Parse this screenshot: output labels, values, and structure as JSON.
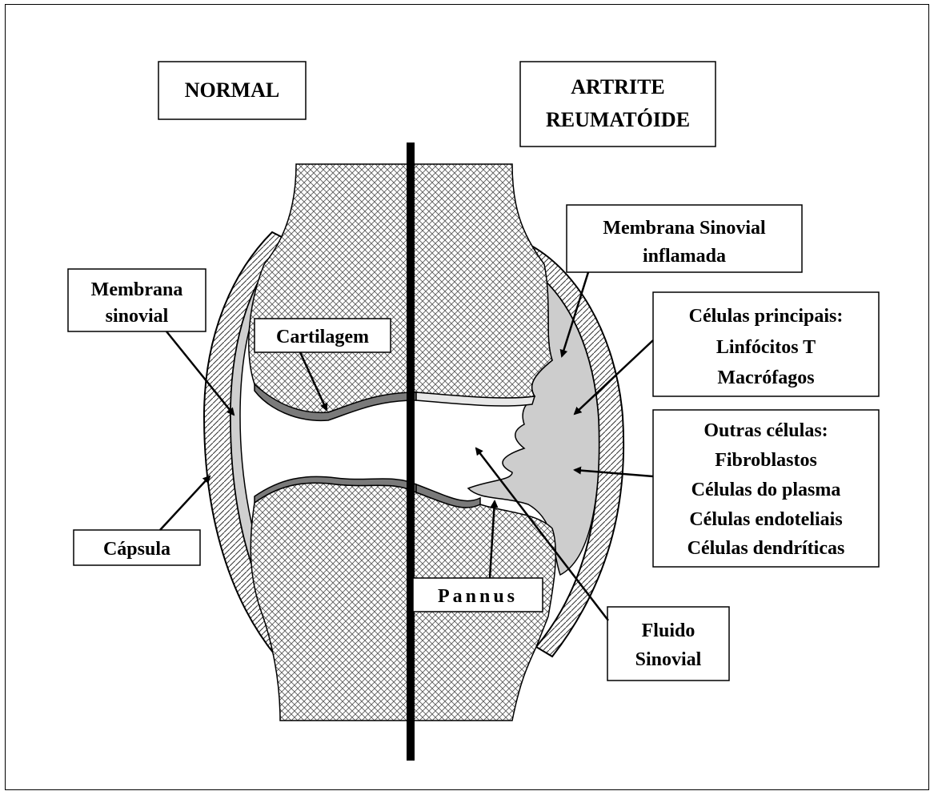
{
  "labels": {
    "normal": "NORMAL",
    "artrite_line1": "ARTRITE",
    "artrite_line2": "REUMATÓIDE",
    "membrana_inflamada_line1": "Membrana Sinovial",
    "membrana_inflamada_line2": "inflamada",
    "membrana_line1": "Membrana",
    "membrana_line2": "sinovial",
    "cartilagem": "Cartilagem",
    "celulas_principais_line1": "Células principais:",
    "celulas_principais_line2": "Linfócitos T",
    "celulas_principais_line3": "Macrófagos",
    "outras_line1": "Outras células:",
    "outras_line2": "Fibroblastos",
    "outras_line3": "Células do plasma",
    "outras_line4": "Células endoteliais",
    "outras_line5": "Células dendríticas",
    "capsula": "Cápsula",
    "pannus": "Pannus",
    "fluido_line1": "Fluido",
    "fluido_line2": "Sinovial"
  }
}
